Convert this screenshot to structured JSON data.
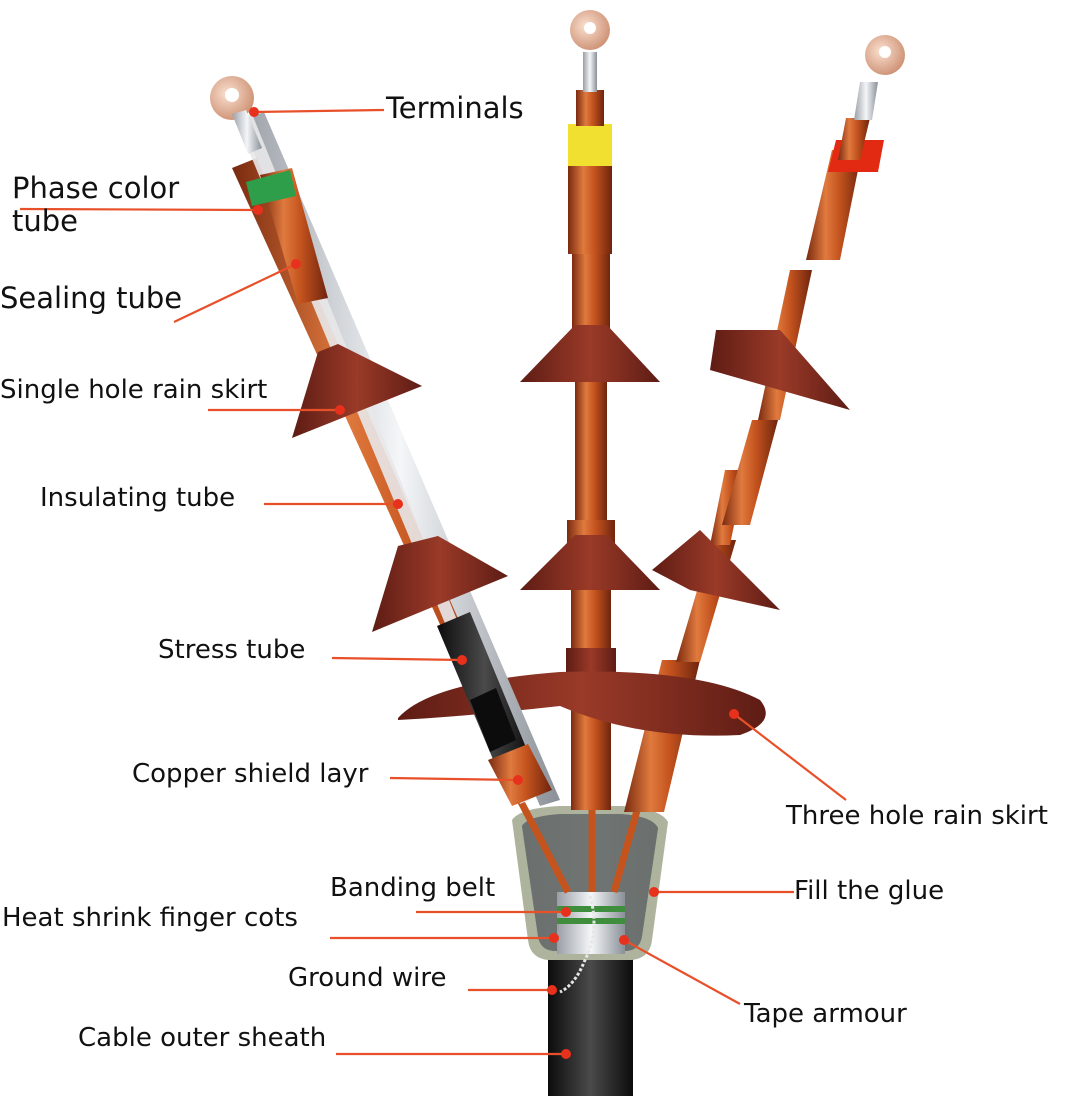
{
  "labels": {
    "terminals": "Terminals",
    "phase_color_tube": "Phase color tube",
    "sealing_tube": "Sealing tube",
    "single_hole_rain_skirt": "Single hole rain skirt",
    "insulating_tube": "Insulating tube",
    "stress_tube": "Stress tube",
    "copper_shield_layer": "Copper shield layr",
    "three_hole_rain_skirt": "Three hole rain skirt",
    "banding_belt": "Banding belt",
    "fill_the_glue": "Fill the glue",
    "heat_shrink_finger_cots": "Heat shrink finger cots",
    "ground_wire": "Ground wire",
    "tape_armour": "Tape armour",
    "cable_outer_sheath": "Cable outer sheath"
  },
  "colors": {
    "leader_line": "#e8502a",
    "leader_dot": "#e8311c",
    "tube_copper": "#c4531e",
    "skirt_brown": "#8a2f22",
    "phase_green": "#2e9e4a",
    "phase_yellow": "#f2e030",
    "phase_red": "#e22a12",
    "glue_grey": "#6f7474",
    "sheath_black": "#1c1c1c"
  }
}
